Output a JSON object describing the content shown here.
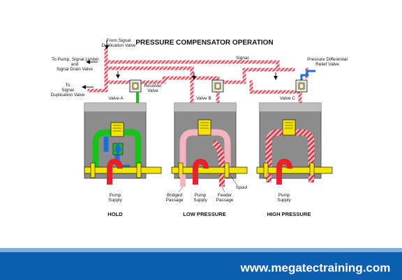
{
  "title": "PRESSURE COMPENSATOR OPERATION",
  "labels": {
    "from_signal": "From Signal",
    "duplication_valve_top": "Duplication Valve",
    "to_pump_1": "To Pump, Signal Limiter,",
    "to_pump_2": "and",
    "to_pump_3": "Signal Drain Valve",
    "to_dup_1": "To",
    "to_dup_2": "Signal",
    "to_dup_3": "Duplication Valve",
    "signal": "Signal",
    "pdrv_1": "Pressure Differential",
    "pdrv_2": "Relief Valve",
    "resolver_1": "Resolver",
    "resolver_2": "Valve",
    "valve_a": "Valve A",
    "valve_b": "Valve B",
    "valve_c": "Valve C",
    "pump_supply": "Pump Supply",
    "pump": "Pump",
    "supply": "Supply",
    "bridged_1": "Bridged",
    "bridged_2": "Passage",
    "spool": "Spool",
    "feeder_1": "Feeder",
    "feeder_2": "Passage"
  },
  "states": [
    "HOLD",
    "LOW PRESSURE",
    "HIGH PRESSURE"
  ],
  "footer": {
    "url": "www.megatectraining.com"
  },
  "colors": {
    "signal_pink": "#f2a8b8",
    "hold_green": "#19c219",
    "pump_red": "#e8202a",
    "spool_yellow": "#f5e400",
    "body_gray": "#8c8c8c",
    "feeder_hatch": "#c8303a",
    "footer_blue": "#0b5fae"
  }
}
